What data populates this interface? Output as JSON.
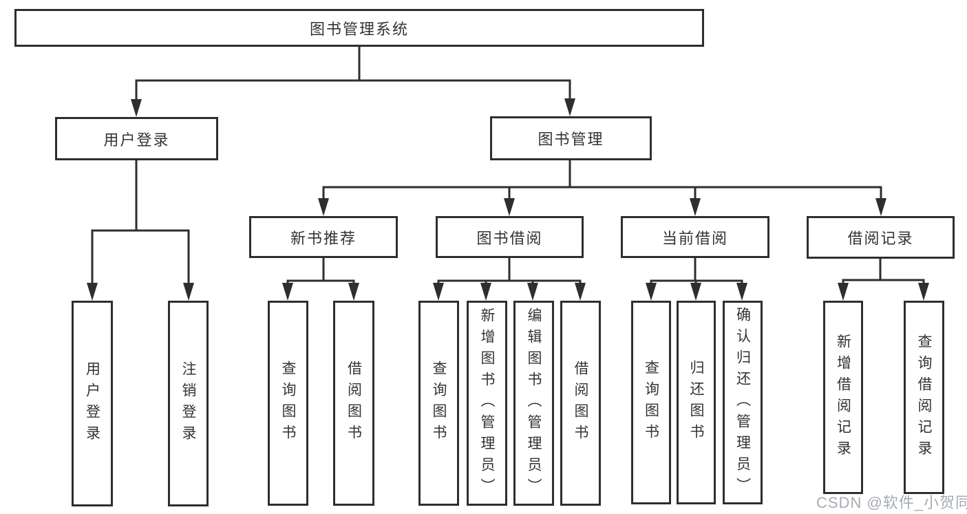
{
  "diagram": {
    "type": "tree",
    "root": {
      "label": "图书管理系统",
      "children": [
        {
          "label": "用户登录",
          "children": [
            {
              "label": "用户登录"
            },
            {
              "label": "注销登录"
            }
          ]
        },
        {
          "label": "图书管理",
          "children": [
            {
              "label": "新书推荐",
              "children": [
                {
                  "label": "查询图书"
                },
                {
                  "label": "借阅图书"
                }
              ]
            },
            {
              "label": "图书借阅",
              "children": [
                {
                  "label": "查询图书"
                },
                {
                  "label": "新增图书（管理员）"
                },
                {
                  "label": "编辑图书（管理员）"
                },
                {
                  "label": "借阅图书"
                }
              ]
            },
            {
              "label": "当前借阅",
              "children": [
                {
                  "label": "查询图书"
                },
                {
                  "label": "归还图书"
                },
                {
                  "label": "确认归还（管理员）"
                }
              ]
            },
            {
              "label": "借阅记录",
              "children": [
                {
                  "label": "新增借阅记录"
                },
                {
                  "label": "查询借阅记录"
                }
              ]
            }
          ]
        }
      ]
    }
  },
  "watermark": "CSDN @软件_小贺同学",
  "colors": {
    "line": "#2e2e2e",
    "text": "#333333",
    "box_fill": "#ffffff",
    "background": "#ffffff",
    "watermark": "#a6acb2"
  }
}
